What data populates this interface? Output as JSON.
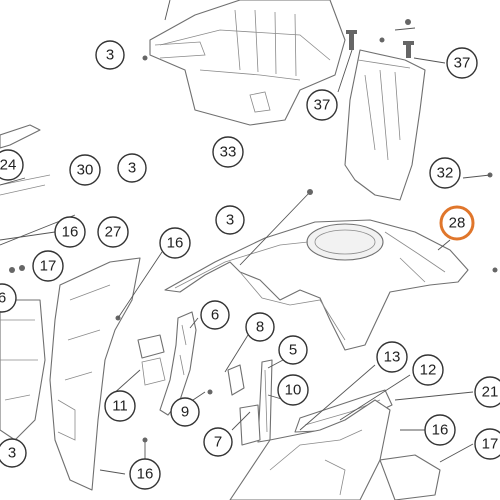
{
  "diagram": {
    "highlight_color": "#e0762b",
    "callouts": [
      {
        "id": "3",
        "label": "3"
      },
      {
        "id": "37",
        "label": "37"
      },
      {
        "id": "33",
        "label": "33"
      },
      {
        "id": "32",
        "label": "32"
      },
      {
        "id": "24",
        "label": "24"
      },
      {
        "id": "30",
        "label": "30"
      },
      {
        "id": "16",
        "label": "16"
      },
      {
        "id": "27",
        "label": "27"
      },
      {
        "id": "17",
        "label": "17"
      },
      {
        "id": "6",
        "label": "6"
      },
      {
        "id": "8",
        "label": "8"
      },
      {
        "id": "5",
        "label": "5"
      },
      {
        "id": "13",
        "label": "13"
      },
      {
        "id": "12",
        "label": "12"
      },
      {
        "id": "11",
        "label": "11"
      },
      {
        "id": "9",
        "label": "9"
      },
      {
        "id": "10",
        "label": "10"
      },
      {
        "id": "7",
        "label": "7"
      },
      {
        "id": "21",
        "label": "21"
      },
      {
        "id": "28",
        "label": "28"
      }
    ]
  }
}
